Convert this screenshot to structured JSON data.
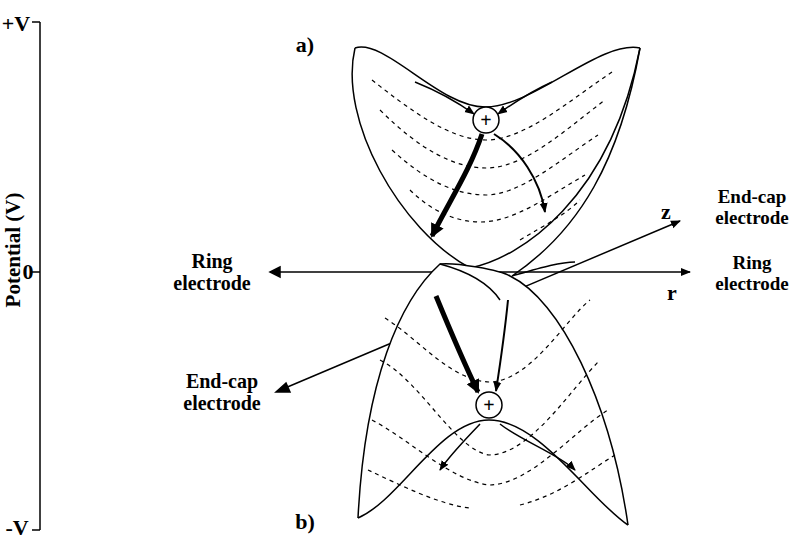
{
  "diagram": {
    "nodes": [
      {
        "text": [
          "+"
        ]
      },
      {
        "text": [
          "+"
        ]
      }
    ],
    "labels": [
      "+V",
      "0",
      "-V",
      "Potential (V)",
      "a)",
      "End-cap electrode",
      "z",
      "Ring electrode",
      "Ring electrode",
      "r",
      "End-cap electrode",
      "b)"
    ]
  }
}
